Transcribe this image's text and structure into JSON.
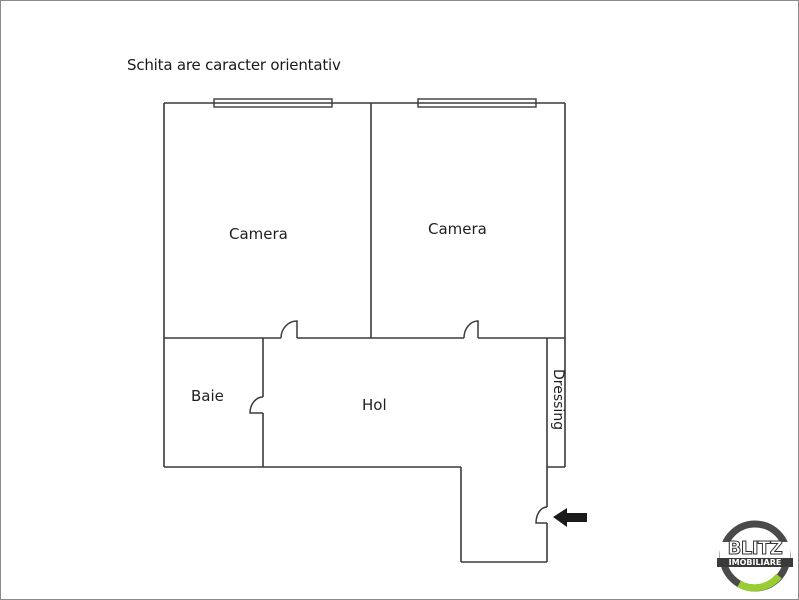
{
  "title": "Schita are caracter orientativ",
  "rooms": [
    {
      "id": "camera-1",
      "label": "Camera"
    },
    {
      "id": "camera-2",
      "label": "Camera"
    },
    {
      "id": "baie",
      "label": "Baie"
    },
    {
      "id": "hol",
      "label": "Hol"
    },
    {
      "id": "dressing",
      "label": "Dressing"
    }
  ],
  "logo": {
    "line1": "BLITZ",
    "line2": "IMOBILIARE",
    "ring_color": "#4a4a4a",
    "accent_color": "#9acd32"
  },
  "colors": {
    "wall": "#3a3a3a",
    "frame": "#8a8a8a",
    "arrow": "#1a1a1a"
  }
}
